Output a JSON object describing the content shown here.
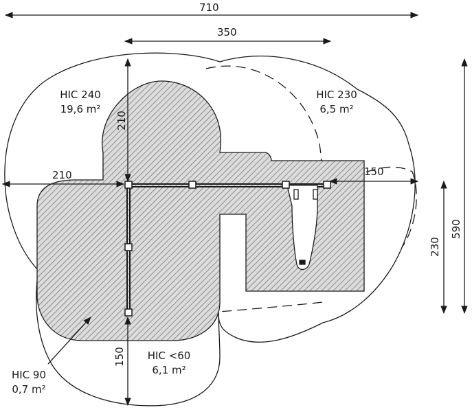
{
  "dimensions": {
    "overall_width": "710",
    "frame_width": "350",
    "left_width": "210",
    "right_width": "150",
    "upper_height": "210",
    "lower_height": "150",
    "inner_height": "230",
    "overall_height": "590"
  },
  "zones": {
    "hic240": {
      "name": "HIC 240",
      "area": "19,6 m²"
    },
    "hic230": {
      "name": "HIC 230",
      "area": "6,5 m²"
    },
    "hic60": {
      "name": "HIC <60",
      "area": "6,1 m²"
    },
    "hic90": {
      "name": "HIC 90",
      "area": "0,7 m²"
    }
  },
  "colors": {
    "line": "#1a1a1a",
    "hatch": "#6b6b6b",
    "fill": "#dcdcdc"
  }
}
